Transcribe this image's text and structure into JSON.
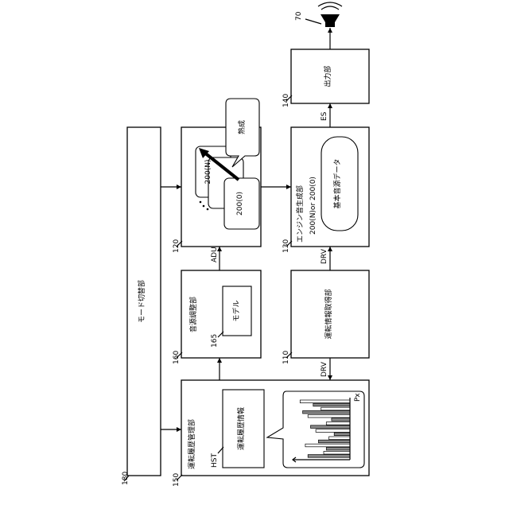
{
  "refs": {
    "r180": "180",
    "r150": "150",
    "r160": "160",
    "r120": "120",
    "r130": "130",
    "r110": "110",
    "r140": "140",
    "r70": "70",
    "r165": "165",
    "hst": "HST",
    "adu": "ADU",
    "drv_top": "DRV",
    "drv_bottom": "DRV",
    "es": "ES",
    "px": "Px"
  },
  "blocks": {
    "mode_switch": "モード切替部",
    "history_mgmt": "運転履歴管理部",
    "history_info": "運転履歴情報",
    "sound_adjust": "音源調整部",
    "model": "モデル",
    "engine_gen": "エンジン音生成部",
    "sound_select": "200(N)or 200(0)",
    "basic_sound": "基本音源データ",
    "drive_info": "運転情報取得部",
    "output": "出力部",
    "maturity": "熟成",
    "card_top": "200(N)",
    "card_bottom": "200(0)"
  },
  "chart_data": {
    "type": "bar",
    "ylabel": "Px",
    "series": [
      {
        "name": "",
        "values": [
          0.95,
          0.55,
          0.8,
          0.45,
          0.65,
          0.4,
          0.85,
          0.5
        ]
      },
      {
        "name": "",
        "values": [
          0.7,
          0.9,
          0.35,
          0.75,
          0.3,
          0.6,
          0.45,
          0.8
        ]
      }
    ]
  }
}
